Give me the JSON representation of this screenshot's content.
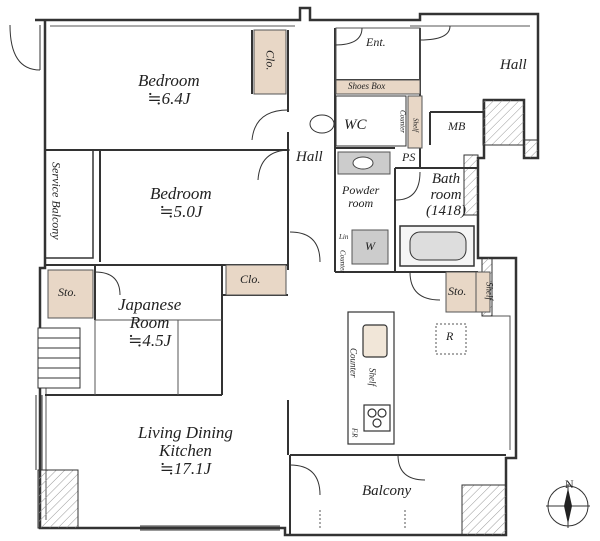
{
  "rooms": {
    "bedroom1": {
      "name": "Bedroom",
      "size": "≒6.4J"
    },
    "bedroom2": {
      "name": "Bedroom",
      "size": "≒5.0J"
    },
    "japanese": {
      "name": "Japanese",
      "name2": "Room",
      "size": "≒4.5J"
    },
    "ldk": {
      "name": "Living Dining",
      "name2": "Kitchen",
      "size": "≒17.1J"
    },
    "hall_center": "Hall",
    "hall_right": "Hall",
    "entrance": "Ent.",
    "shoes_box": "Shoes Box",
    "wc": "WC",
    "powder": {
      "name": "Powder",
      "name2": "room"
    },
    "bath": {
      "name": "Bath",
      "name2": "room",
      "size": "(1418)"
    },
    "mb": "MB",
    "ps": "PS",
    "w": "W",
    "r": "R",
    "balcony": "Balcony",
    "service_balcony": {
      "name": "Service",
      "name2": "Balcony"
    },
    "clo1": "Clo.",
    "clo2": "Clo.",
    "sto1": "Sto.",
    "sto2": "Sto.",
    "shelf_kitchen": "Shelf",
    "shelf_bath": "Shelf",
    "shelf_wc": "Shelf",
    "counter_kitchen": "Counter",
    "counter_wc": "Counter",
    "counter_powder": "Counter",
    "lin": "Lin",
    "fr": "F.R"
  },
  "compass": {
    "label": "N"
  }
}
